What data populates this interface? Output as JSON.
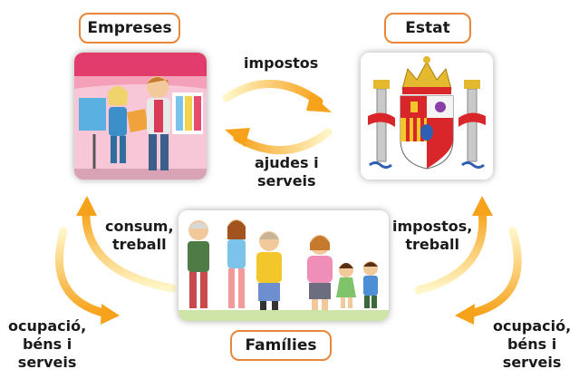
{
  "nodes": {
    "empreses": "Empreses",
    "estat": "Estat",
    "families": "Famílies"
  },
  "flows": {
    "impostos_top": "impostos",
    "ajudes": [
      "ajudes i",
      "serveis"
    ],
    "consum": [
      "consum,",
      "treball"
    ],
    "impostos_right": [
      "impostos,",
      "treball"
    ],
    "ocupacio_left": [
      "ocupació,",
      "béns i",
      "serveis"
    ],
    "ocupacio_right": [
      "ocupació,",
      "béns i",
      "serveis"
    ]
  },
  "colors": {
    "arrow_start": "#fff6c8",
    "arrow_end": "#f7a21b",
    "pill_border": "#e8873a"
  }
}
